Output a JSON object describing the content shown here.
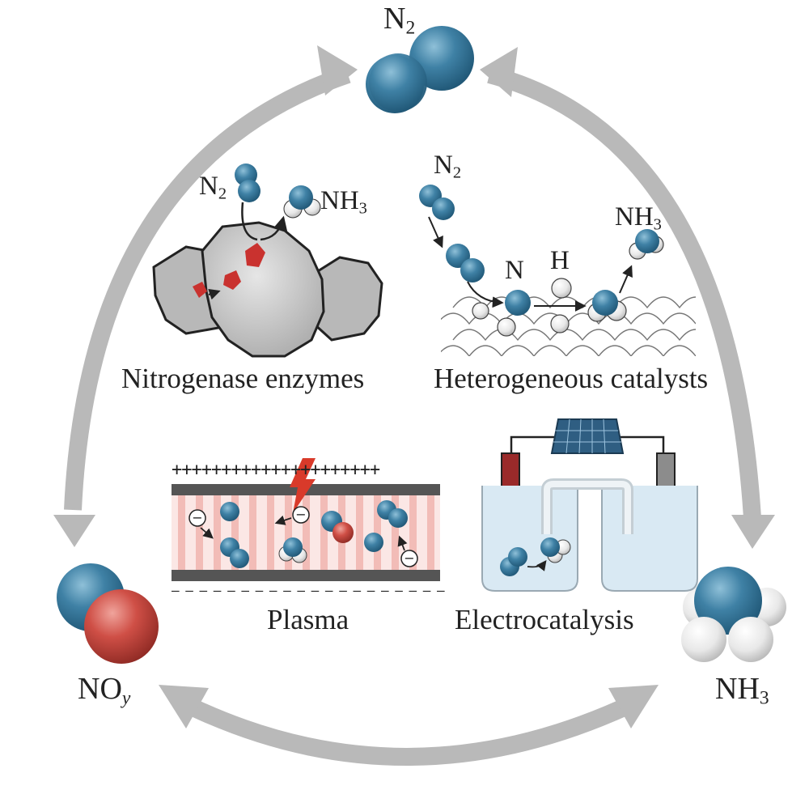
{
  "colors": {
    "nitrogen": "#3d7ea1",
    "oxygen": "#cf4f46",
    "hydrogen": "#efefef",
    "arrow": "#b9b9b9",
    "enzyme": "#bdbdbd",
    "cofactor": "#c9322f"
  },
  "cycle": {
    "n2": {
      "base": "N",
      "sub": "2"
    },
    "nh3": {
      "base": "NH",
      "sub": "3"
    },
    "noy": {
      "base": "NO",
      "sub": "y"
    }
  },
  "panels": {
    "enzymes": {
      "caption": "Nitrogenase enzymes",
      "in": {
        "base": "N",
        "sub": "2"
      },
      "out": {
        "base": "NH",
        "sub": "3"
      }
    },
    "heterogeneous": {
      "caption": "Heterogeneous catalysts",
      "in": {
        "base": "N",
        "sub": "2"
      },
      "out": {
        "base": "NH",
        "sub": "3"
      },
      "atom_n": "N",
      "atom_h": "H"
    },
    "plasma": {
      "caption": "Plasma",
      "top_charges": "+++++++++++++++++++++",
      "bottom_charges": "– – – – – – – – – – – – – – – – – – – –"
    },
    "electrocatalysis": {
      "caption": "Electrocatalysis"
    }
  }
}
